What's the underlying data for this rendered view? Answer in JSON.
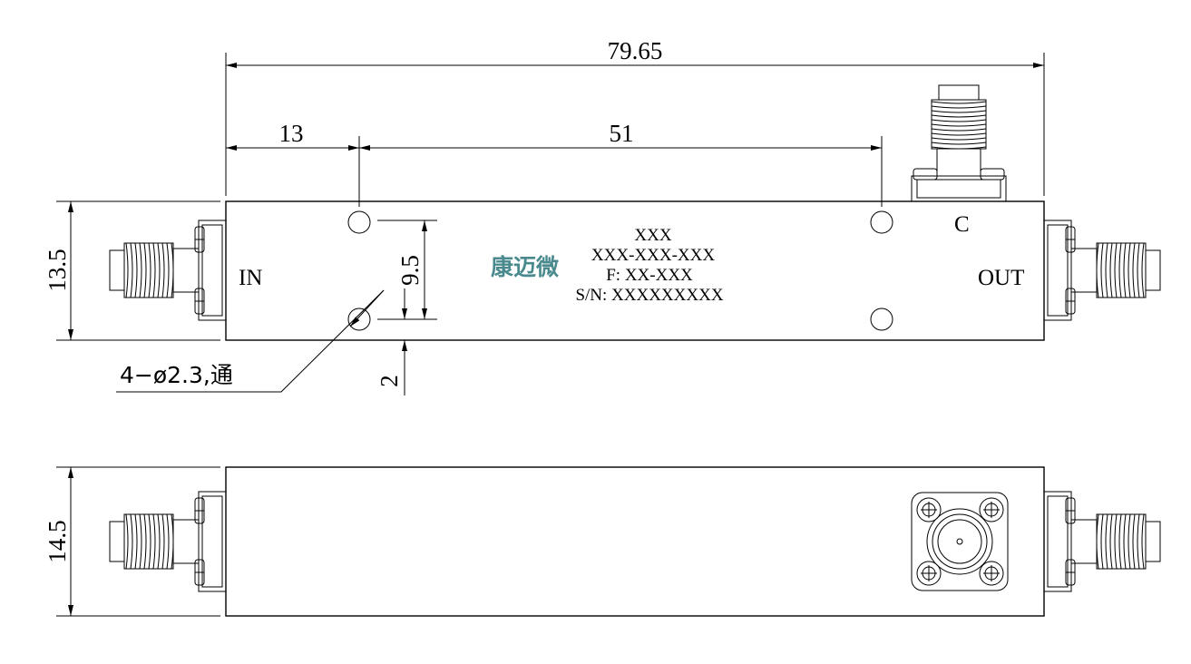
{
  "dimensions": {
    "overall_length": "79.65",
    "hole_offset": "13",
    "hole_spacing": "51",
    "top_height": "13.5",
    "hole_vertical": "9.5",
    "hole_edge": "2",
    "side_height": "14.5"
  },
  "hole_note": "4−ø2.3,通",
  "ports": {
    "input": "IN",
    "output": "OUT",
    "coupled": "C"
  },
  "logo": "康迈微",
  "marking": {
    "line1": "XXX",
    "line2": "XXX-XXX-XXX",
    "line3": "F: XX-XXX",
    "line4": "S/N: XXXXXXXXX"
  },
  "colors": {
    "line": "#000000",
    "logo": "#4a8a8e",
    "background": "#ffffff"
  }
}
